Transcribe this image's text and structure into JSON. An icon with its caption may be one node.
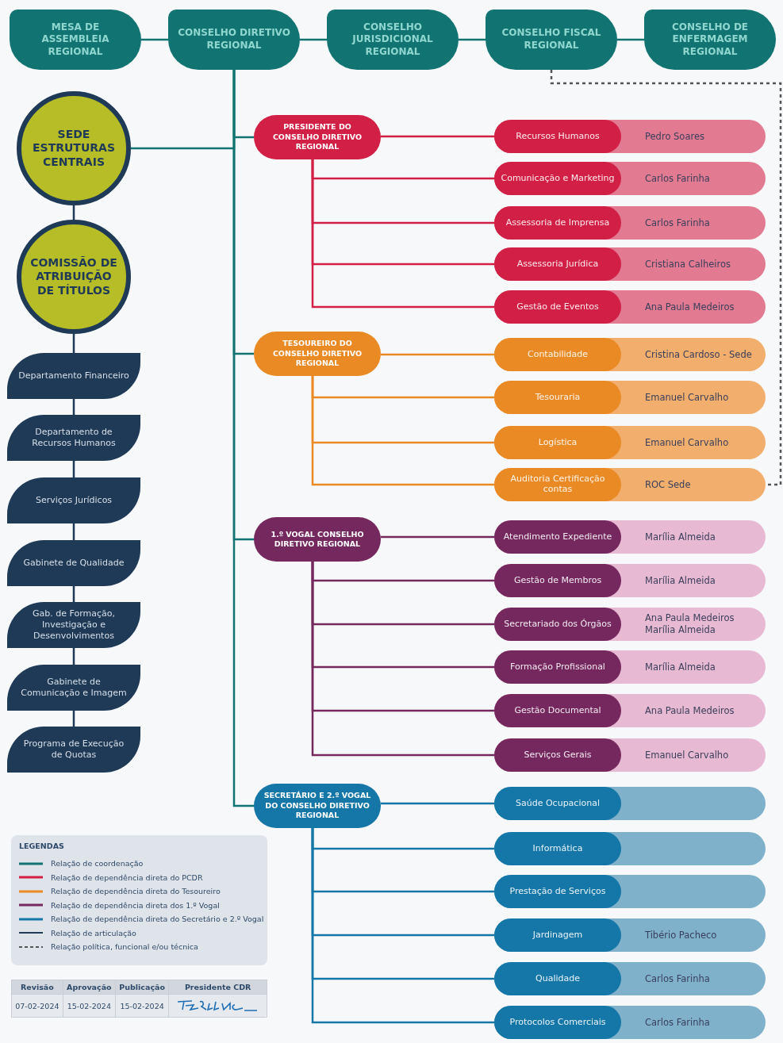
{
  "diagram": {
    "nodes": [
      {
        "text": [
          "MESA DE ASSEMBLEIA REGIONAL"
        ]
      },
      {
        "text": [
          "CONSELHO DIRETIVO REGIONAL"
        ]
      },
      {
        "text": [
          "CONSELHO JURISDICIONAL REGIONAL"
        ]
      },
      {
        "text": [
          "CONSELHO FISCAL REGIONAL"
        ]
      },
      {
        "text": [
          "CONSELHO DE ENFERMAGEM REGIONAL"
        ]
      },
      {
        "text": [
          "SEDE ESTRUTURAS CENTRAIS"
        ]
      },
      {
        "text": [
          "COMISSÃO DE ATRIBUIÇÃO DE TÍTULOS"
        ]
      },
      {
        "text": [
          "Departamento Financeiro"
        ]
      },
      {
        "text": [
          "Departamento de Recursos Humanos"
        ]
      },
      {
        "text": [
          "Serviços Jurídicos"
        ]
      },
      {
        "text": [
          "Gabinete de Qualidade"
        ]
      },
      {
        "text": [
          "Gab. de Formação, Investigação e Desenvolvimentos"
        ]
      },
      {
        "text": [
          "Gabinete de Comunicação e Imagem"
        ]
      },
      {
        "text": [
          "Programa de Execução de Quotas"
        ]
      },
      {
        "text": [
          "PRESIDENTE DO CONSELHO DIRETIVO REGIONAL"
        ]
      },
      {
        "text": [
          "Recursos Humanos",
          "Pedro Soares"
        ]
      },
      {
        "text": [
          "Comunicação e Marketing",
          "Carlos Farinha"
        ]
      },
      {
        "text": [
          "Assessoria de Imprensa",
          "Carlos Farinha"
        ]
      },
      {
        "text": [
          "Assessoria Jurídica",
          "Cristiana Calheiros"
        ]
      },
      {
        "text": [
          "Gestão de Eventos",
          "Ana Paula Medeiros"
        ]
      },
      {
        "text": [
          "TESOUREIRO DO CONSELHO DIRETIVO REGIONAL"
        ]
      },
      {
        "text": [
          "Contabilidade",
          "Cristina Cardoso - Sede"
        ]
      },
      {
        "text": [
          "Tesouraria",
          "Emanuel Carvalho"
        ]
      },
      {
        "text": [
          "Logística",
          "Emanuel Carvalho"
        ]
      },
      {
        "text": [
          "Auditoria Certificação contas",
          "ROC Sede"
        ]
      },
      {
        "text": [
          "1.º VOGAL CONSELHO DIRETIVO REGIONAL"
        ]
      },
      {
        "text": [
          "Atendimento Expediente",
          "Marília Almeida"
        ]
      },
      {
        "text": [
          "Gestão de Membros",
          "Marília Almeida"
        ]
      },
      {
        "text": [
          "Secretariado dos Órgãos",
          "Ana Paula Medeiros",
          "Marília Almeida"
        ]
      },
      {
        "text": [
          "Formação Profissional",
          "Marília Almeida"
        ]
      },
      {
        "text": [
          "Gestão Documental",
          "Ana Paula Medeiros"
        ]
      },
      {
        "text": [
          "Serviços Gerais",
          "Emanuel Carvalho"
        ]
      },
      {
        "text": [
          "SECRETÁRIO E 2.º VOGAL DO CONSELHO DIRETIVO REGIONAL"
        ]
      },
      {
        "text": [
          "Saúde Ocupacional"
        ]
      },
      {
        "text": [
          "Informática"
        ]
      },
      {
        "text": [
          "Prestação de Serviços"
        ]
      },
      {
        "text": [
          "Jardinagem",
          "Tibério Pacheco"
        ]
      },
      {
        "text": [
          "Qualidade",
          "Carlos Farinha"
        ]
      },
      {
        "text": [
          "Protocolos Comerciais",
          "Carlos Farinha"
        ]
      }
    ],
    "edges": [
      {
        "from": 0,
        "to": 1,
        "arrow": "none"
      },
      {
        "from": 1,
        "to": 2,
        "arrow": "none"
      },
      {
        "from": 2,
        "to": 3,
        "arrow": "none"
      },
      {
        "from": 3,
        "to": 4,
        "arrow": "none"
      },
      {
        "from": 1,
        "to": 5,
        "arrow": "none"
      },
      {
        "from": 1,
        "to": 14,
        "arrow": "none"
      },
      {
        "from": 1,
        "to": 20,
        "arrow": "none"
      },
      {
        "from": 1,
        "to": 25,
        "arrow": "none"
      },
      {
        "from": 1,
        "to": 32,
        "arrow": "none"
      },
      {
        "from": 5,
        "to": 6,
        "arrow": "none",
        "color": "#1f3a57"
      },
      {
        "from": 6,
        "to": 7,
        "arrow": "none",
        "color": "#1f3a57"
      },
      {
        "from": 7,
        "to": 8,
        "arrow": "none",
        "color": "#1f3a57"
      },
      {
        "from": 8,
        "to": 9,
        "arrow": "none",
        "color": "#1f3a57"
      },
      {
        "from": 9,
        "to": 10,
        "arrow": "none",
        "color": "#1f3a57"
      },
      {
        "from": 10,
        "to": 11,
        "arrow": "none",
        "color": "#1f3a57"
      },
      {
        "from": 11,
        "to": 12,
        "arrow": "none",
        "color": "#1f3a57"
      },
      {
        "from": 12,
        "to": 13,
        "arrow": "none",
        "color": "#1f3a57"
      },
      {
        "from": 14,
        "to": 15,
        "arrow": "none",
        "color": "#d21f45"
      },
      {
        "from": 14,
        "to": 16,
        "arrow": "none",
        "color": "#d21f45"
      },
      {
        "from": 14,
        "to": 17,
        "arrow": "none",
        "color": "#d21f45"
      },
      {
        "from": 14,
        "to": 18,
        "arrow": "none",
        "color": "#d21f45"
      },
      {
        "from": 14,
        "to": 19,
        "arrow": "none",
        "color": "#d21f45"
      },
      {
        "from": 20,
        "to": 21,
        "arrow": "none",
        "color": "#ea8a25"
      },
      {
        "from": 20,
        "to": 22,
        "arrow": "none",
        "color": "#ea8a25"
      },
      {
        "from": 20,
        "to": 23,
        "arrow": "none",
        "color": "#ea8a25"
      },
      {
        "from": 20,
        "to": 24,
        "arrow": "none",
        "color": "#ea8a25"
      },
      {
        "from": 25,
        "to": 26,
        "arrow": "none",
        "color": "#75285e"
      },
      {
        "from": 25,
        "to": 27,
        "arrow": "none",
        "color": "#75285e"
      },
      {
        "from": 25,
        "to": 28,
        "arrow": "none",
        "color": "#75285e"
      },
      {
        "from": 25,
        "to": 29,
        "arrow": "none",
        "color": "#75285e"
      },
      {
        "from": 25,
        "to": 30,
        "arrow": "none",
        "color": "#75285e"
      },
      {
        "from": 25,
        "to": 31,
        "arrow": "none",
        "color": "#75285e"
      },
      {
        "from": 32,
        "to": 33,
        "arrow": "none",
        "color": "#1577a8"
      },
      {
        "from": 32,
        "to": 34,
        "arrow": "none",
        "color": "#1577a8"
      },
      {
        "from": 32,
        "to": 35,
        "arrow": "none",
        "color": "#1577a8"
      },
      {
        "from": 32,
        "to": 36,
        "arrow": "none",
        "color": "#1577a8"
      },
      {
        "from": 32,
        "to": 37,
        "arrow": "none",
        "color": "#1577a8"
      },
      {
        "from": 32,
        "to": 38,
        "arrow": "none",
        "color": "#1577a8"
      },
      {
        "from": 3,
        "to": 24,
        "arrow": "none",
        "style": "dashed",
        "color": "#555555"
      }
    ],
    "labels": [
      "LEGENDAS",
      "Revisão",
      "Aprovação",
      "Publicação",
      "Presidente CDR",
      "07-02-2024",
      "15-02-2024",
      "15-02-2024"
    ],
    "legend": [
      {
        "text": "Relação de coordenação"
      },
      {
        "text": "Relação de dependência direta do PCDR"
      },
      {
        "text": "Relação de dependência direta do Tesoureiro"
      },
      {
        "text": "Relação de dependência direta dos 1.º Vogal"
      },
      {
        "text": "Relação de dependência direta do Secretário e 2.º Vogal"
      },
      {
        "text": "Relação de articulação"
      },
      {
        "text": "Relação política, funcional e/ou técnica"
      }
    ]
  }
}
